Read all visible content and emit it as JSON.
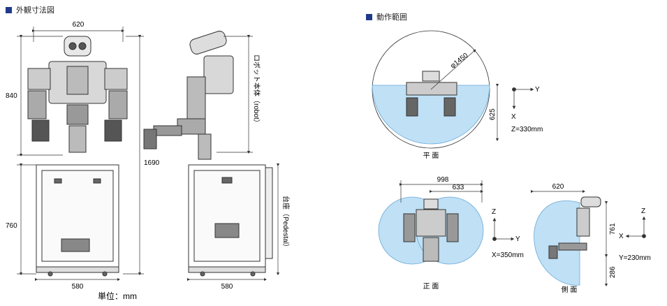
{
  "left": {
    "title": "外観寸法図",
    "dims": {
      "width_top": "620",
      "height_robot": "840",
      "height_total": "1690",
      "height_pedestal": "760",
      "width_front_base": "580",
      "width_side_base": "580"
    },
    "unit": "単位：mm",
    "labels": {
      "robot": "ロボット本体（robot）",
      "pedestal": "台座（Pedestal）"
    }
  },
  "right": {
    "title": "動作範囲",
    "top": {
      "diameter": "φ1450",
      "height": "625",
      "caption": "平 面",
      "axis_y": "Y",
      "axis_x": "X",
      "z_note": "Z=330mm"
    },
    "front": {
      "w1": "998",
      "w2": "633",
      "caption": "正 面",
      "axis_z": "Z",
      "axis_y": "Y",
      "x_note": "X=350mm"
    },
    "side": {
      "w": "620",
      "h1": "761",
      "h2": "286",
      "caption": "側 面",
      "axis_z": "Z",
      "axis_x": "X",
      "y_note": "Y=230mm"
    }
  },
  "colors": {
    "accent": "#1f3a8a",
    "range_fill": "#bfe0f5",
    "range_stroke": "#6aa9d8",
    "robot": "#444444"
  }
}
